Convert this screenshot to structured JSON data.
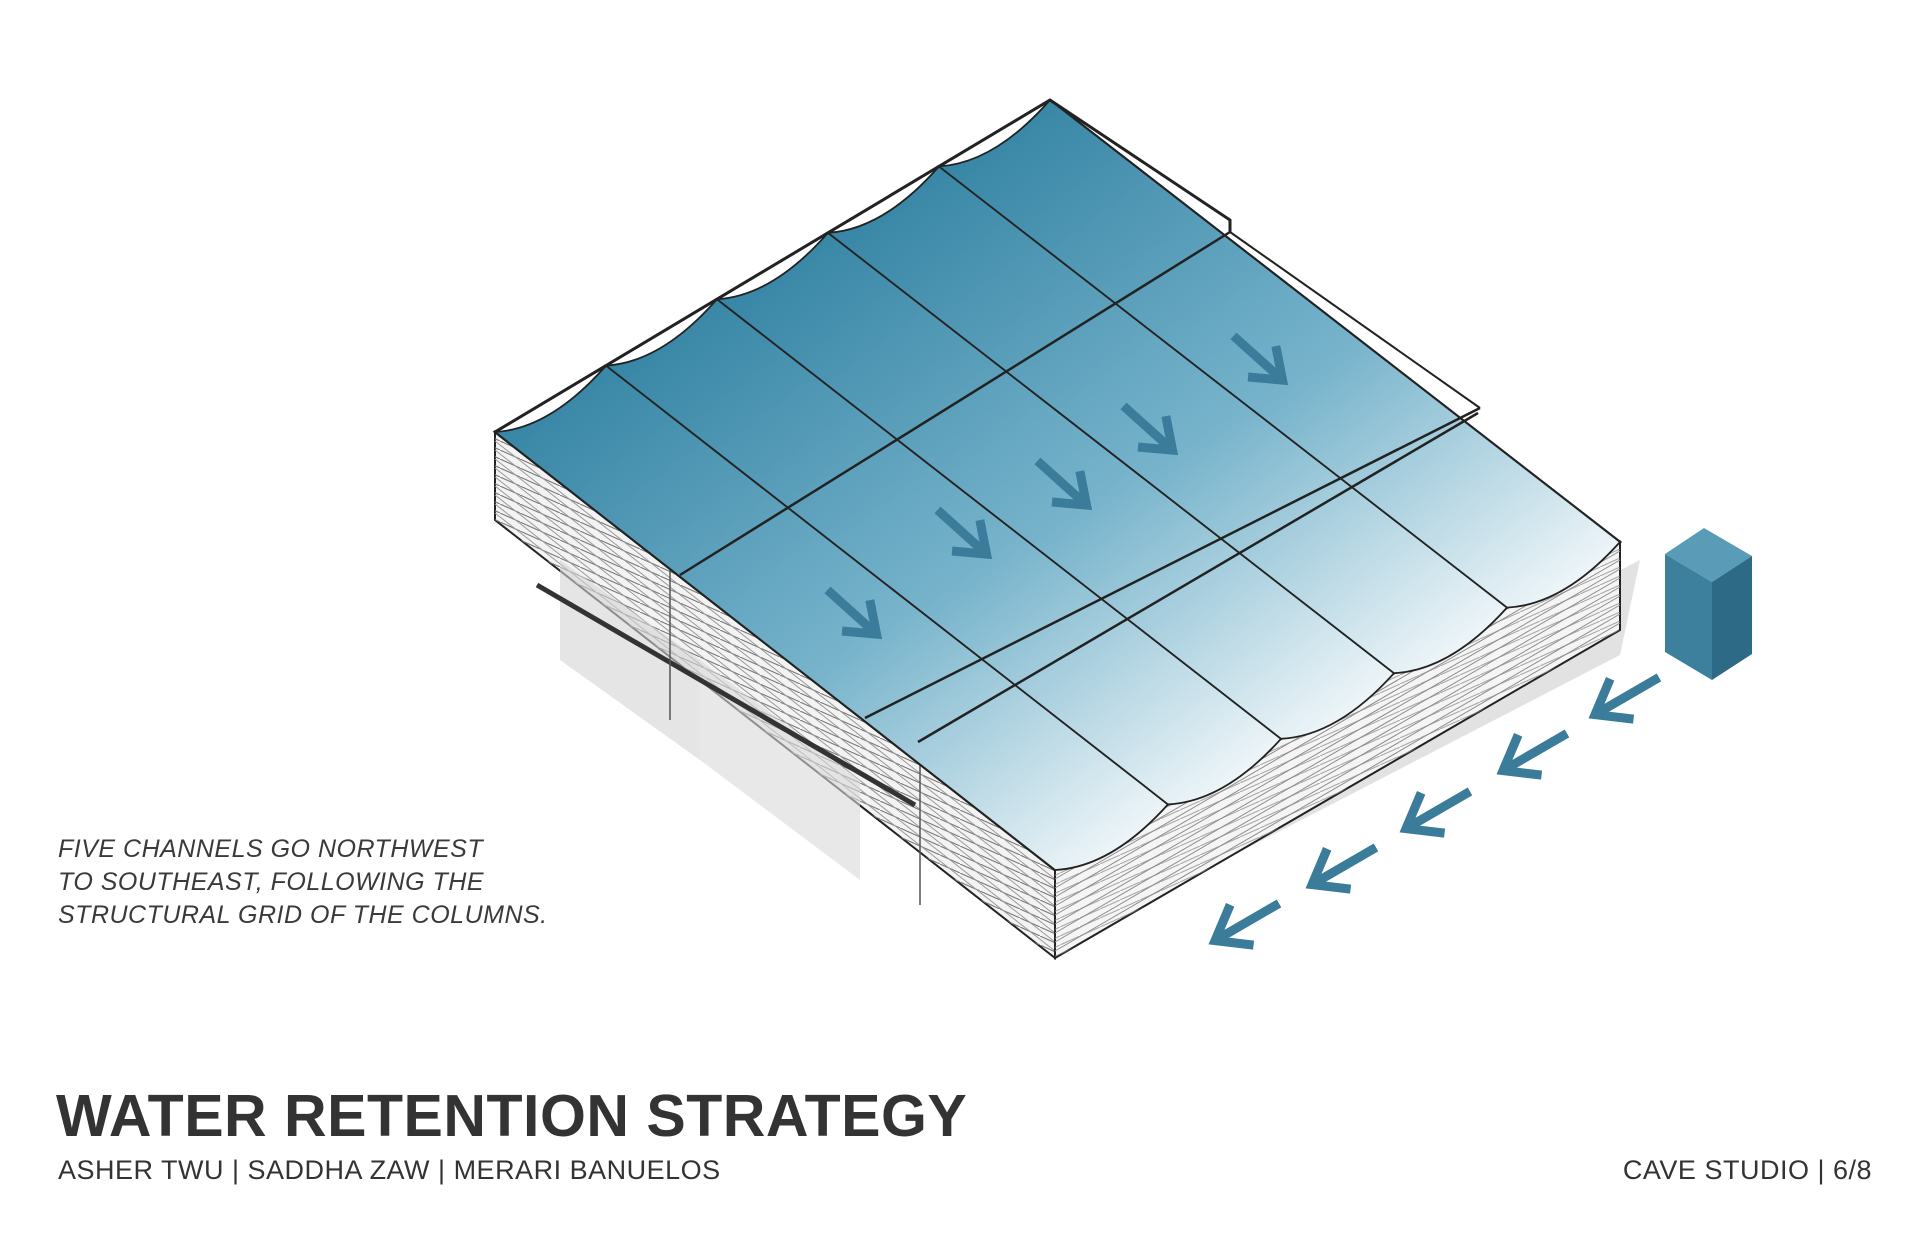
{
  "diagram": {
    "caption_lines": [
      "FIVE CHANNELS GO NORTHWEST",
      "TO SOUTHEAST, FOLLOWING THE",
      "STRUCTURAL GRID OF THE COLUMNS."
    ],
    "channel_count": 5,
    "colors": {
      "water_dark": "#2e7fa0",
      "water_light": "#ffffff",
      "arrow": "#3a7c9a",
      "tank_front": "#3c809e",
      "tank_side": "#2d6a86",
      "tank_top": "#5a9cb8",
      "outline": "#222222",
      "facade_line": "#6a6a6a"
    },
    "icons": [
      "flow-arrow-southeast-icon",
      "flow-arrow-southwest-icon",
      "water-tank-icon"
    ]
  },
  "footer": {
    "title": "WATER RETENTION STRATEGY",
    "authors": "ASHER TWU | SADDHA ZAW | MERARI BANUELOS",
    "page_label": "CAVE STUDIO | 6/8"
  }
}
